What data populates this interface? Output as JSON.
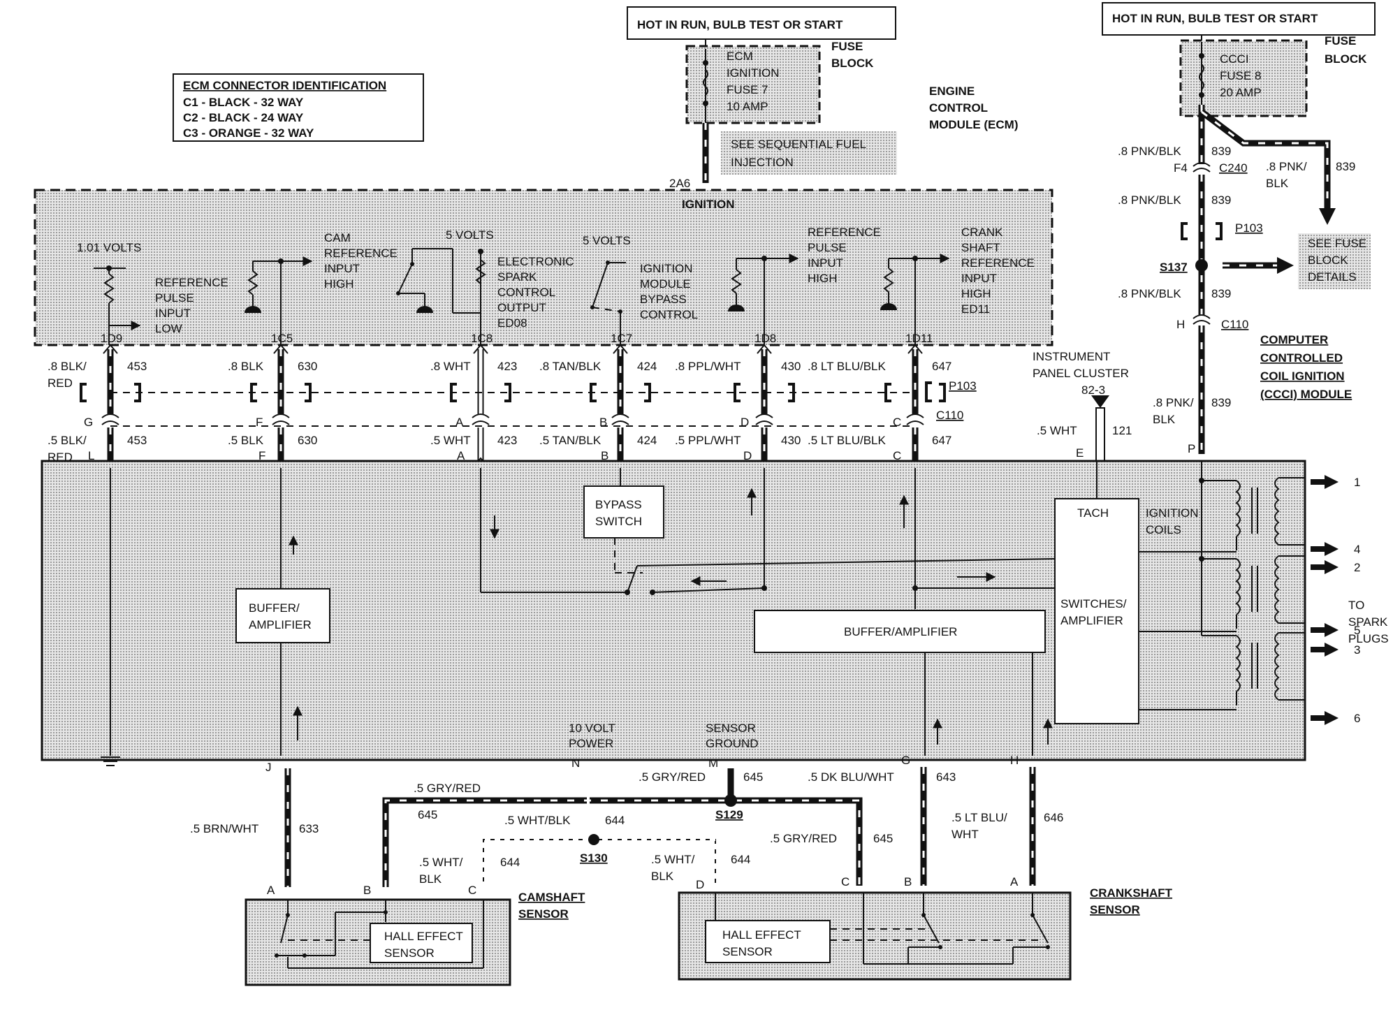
{
  "colors": {
    "line": "#111111",
    "shade": "#d9d9d9",
    "background": "#ffffff"
  },
  "power": {
    "left_label": "HOT IN RUN, BULB TEST OR START",
    "right_label": "HOT IN RUN, BULB TEST OR START",
    "left_fuse": [
      "ECM",
      "IGNITION",
      "FUSE 7",
      "10 AMP"
    ],
    "right_fuse": [
      "CCCI",
      "FUSE 8",
      "20 AMP"
    ],
    "fuse_block_label": [
      "FUSE",
      "BLOCK"
    ],
    "see_sfi": [
      "SEE SEQUENTIAL FUEL",
      "INJECTION"
    ],
    "see_fuse_block": [
      "SEE FUSE",
      "BLOCK",
      "DETAILS"
    ]
  },
  "connector_id": {
    "title": "ECM CONNECTOR IDENTIFICATION",
    "rows": [
      "C1 - BLACK - 32 WAY",
      "C2 - BLACK - 24 WAY",
      "C3 - ORANGE - 32 WAY"
    ]
  },
  "ecm": {
    "name": [
      "ENGINE",
      "CONTROL",
      "MODULE (ECM)"
    ],
    "section": "IGNITION",
    "pin_2a6": "2A6",
    "labels": {
      "v101": "1.01 VOLTS",
      "ref_low": [
        "REFERENCE",
        "PULSE",
        "INPUT",
        "LOW"
      ],
      "cam_ref": [
        "CAM",
        "REFERENCE",
        "INPUT",
        "HIGH"
      ],
      "v5a": "5 VOLTS",
      "est": [
        "ELECTRONIC",
        "SPARK",
        "CONTROL",
        "OUTPUT",
        "ED08"
      ],
      "v5b": "5 VOLTS",
      "bypass": [
        "IGNITION",
        "MODULE",
        "BYPASS",
        "CONTROL"
      ],
      "ref_high": [
        "REFERENCE",
        "PULSE",
        "INPUT",
        "HIGH"
      ],
      "crank_ref": [
        "CRANK",
        "SHAFT",
        "REFERENCE",
        "INPUT",
        "HIGH",
        "ED11"
      ]
    }
  },
  "harness": [
    {
      "pin": "1D9",
      "top": [
        ".8 BLK/",
        "RED"
      ],
      "circuit": "453",
      "pin2": "G",
      "bot": [
        ".5 BLK/",
        "RED"
      ],
      "pin3": "L"
    },
    {
      "pin": "1C5",
      "top": [
        ".8 BLK"
      ],
      "circuit": "630",
      "pin2": "F",
      "bot": [
        ".5 BLK"
      ],
      "pin3": "F"
    },
    {
      "pin": "1C8",
      "top": [
        ".8 WHT"
      ],
      "circuit": "423",
      "pin2": "A",
      "bot": [
        ".5 WHT"
      ],
      "pin3": "A"
    },
    {
      "pin": "1C7",
      "top": [
        ".8 TAN/BLK"
      ],
      "circuit": "424",
      "pin2": "B",
      "bot": [
        ".5 TAN/BLK"
      ],
      "pin3": "B"
    },
    {
      "pin": "1D8",
      "top": [
        ".8 PPL/WHT"
      ],
      "circuit": "430",
      "pin2": "D",
      "bot": [
        ".5 PPL/WHT"
      ],
      "pin3": "D"
    },
    {
      "pin": "1D11",
      "top": [
        ".8 LT BLU/BLK"
      ],
      "circuit": "647",
      "pin2": "C",
      "bot": [
        ".5 LT BLU/BLK"
      ],
      "pin3": "C"
    }
  ],
  "connectors": {
    "p103": "P103",
    "c110": "C110",
    "c240": "C240",
    "s137": "S137",
    "f4": "F4",
    "h": "H"
  },
  "ccci_feed": {
    "wire": ".8 PNK/BLK",
    "wire_split": [
      ".8 PNK/",
      "BLK"
    ],
    "circuit": "839",
    "pin_p": "P",
    "pin_e": "E"
  },
  "cluster": {
    "name": [
      "INSTRUMENT",
      "PANEL CLUSTER",
      "82-3"
    ],
    "wire": ".5 WHT",
    "circuit": "121"
  },
  "module": {
    "name": [
      "COMPUTER",
      "CONTROLLED",
      "COIL IGNITION",
      "(CCCI) MODULE"
    ],
    "bypass_switch": [
      "BYPASS",
      "SWITCH"
    ],
    "buffer_left": [
      "BUFFER/",
      "AMPLIFIER"
    ],
    "buffer_mid": "BUFFER/AMPLIFIER",
    "tach": "TACH",
    "switches": [
      "SWITCHES/",
      "AMPLIFIER"
    ],
    "coils": [
      "IGNITION",
      "COILS"
    ],
    "ten_volt": [
      "10 VOLT",
      "POWER"
    ],
    "sensor_ground": [
      "SENSOR",
      "GROUND"
    ],
    "outputs": [
      "1",
      "4",
      "2",
      "5",
      "3",
      "6"
    ],
    "to_plugs": [
      "TO",
      "SPARK",
      "PLUGS"
    ]
  },
  "lower": {
    "pins": {
      "j": "J",
      "n": "N",
      "m": "M",
      "g": "G",
      "h": "H"
    },
    "w633": ".5 BRN/WHT",
    "c633": "633",
    "gry_red_left": ".5 GRY/RED",
    "c645a": "645",
    "gry_red_mid": ".5 GRY/RED",
    "c645b": "645",
    "gry_red_right": ".5 GRY/RED",
    "c645c": "645",
    "wht_blk_mid": ".5 WHT/BLK",
    "c644a": "644",
    "wht_blk_left": [
      ".5 WHT/",
      "BLK"
    ],
    "c644b": "644",
    "wht_blk_right": [
      ".5 WHT/",
      "BLK"
    ],
    "c644c": "644",
    "dk_blu": ".5 DK BLU/WHT",
    "c643": "643",
    "lt_blu": [
      ".5 LT BLU/",
      "WHT"
    ],
    "c646": "646",
    "s129": "S129",
    "s130": "S130"
  },
  "sensors": {
    "camshaft": [
      "CAMSHAFT",
      "SENSOR"
    ],
    "crankshaft": [
      "CRANKSHAFT",
      "SENSOR"
    ],
    "hall": [
      "HALL EFFECT",
      "SENSOR"
    ],
    "cam_pins": [
      "A",
      "B",
      "C"
    ],
    "crank_pins": [
      "D",
      "C",
      "B",
      "A"
    ]
  }
}
